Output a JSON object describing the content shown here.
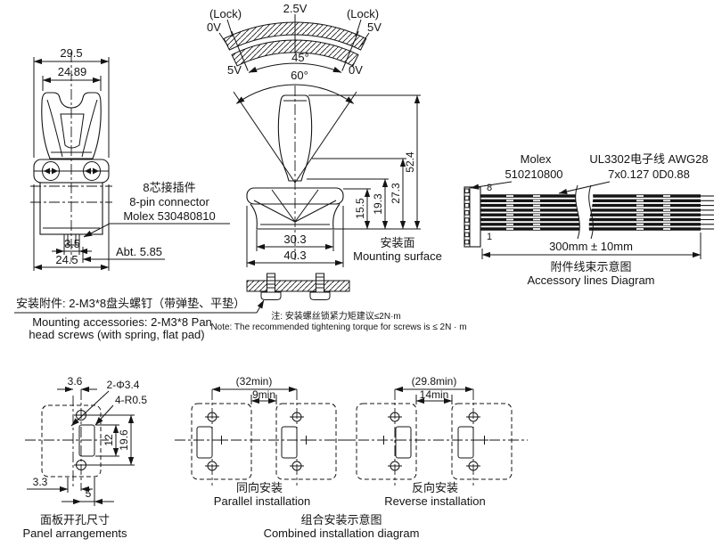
{
  "colors": {
    "line": "#141414",
    "background": "#ffffff"
  },
  "front_view": {
    "dim_width_outer": "29.5",
    "dim_width_inner": "24.89",
    "dim_pin": "3.5",
    "dim_offset": "Abt. 5.85",
    "dim_bottom": "24.5",
    "connector_cn": "8芯接插件",
    "connector_en": "8-pin connector",
    "connector_model": "Molex 530480810"
  },
  "angle_diagram": {
    "lock_left": "(Lock)",
    "lock_right": "(Lock)",
    "v_top": "2.5V",
    "v_left_top": "0V",
    "v_right_top": "5V",
    "v_left_bottom": "5V",
    "v_right_bottom": "0V",
    "angle_inner": "45°",
    "angle_outer": "60°"
  },
  "side_view": {
    "dim_total_height": "52.4",
    "dim_h1": "27.3",
    "dim_h2": "19.3",
    "dim_h3": "15.5",
    "dim_w_inner": "30.3",
    "dim_w_outer": "40.3",
    "surface_cn": "安装面",
    "surface_en": "Mounting surface"
  },
  "accessories": {
    "line_cn": "安装附件: 2-M3*8盘头螺钉（带弹垫、平垫）",
    "line_en1": "Mounting accessories: 2-M3*8 Pan",
    "line_en2": "head screws (with spring, flat pad)"
  },
  "note": {
    "cn": "注: 安装螺丝锁紧力矩建议≤2N·m",
    "en": "Note: The recommended tightening torque for screws is ≤ 2N · m"
  },
  "cable": {
    "brand": "Molex",
    "part": "510210800",
    "wire_type": "UL3302电子线 AWG28",
    "wire_spec": "7x0.127 0D0.88",
    "pin_top": "8",
    "pin_bottom": "1",
    "length": "300mm ± 10mm",
    "title_cn": "附件线束示意图",
    "title_en": "Accessory lines Diagram"
  },
  "panel": {
    "dim_3_6": "3.6",
    "holes": "2-Φ3.4",
    "corner_radius": "4-R0.5",
    "dim_12": "12",
    "dim_19_6": "19.6",
    "dim_3_3": "3.3",
    "dim_5": "5",
    "title_cn": "面板开孔尺寸",
    "title_en": "Panel arrangements"
  },
  "parallel_install": {
    "dim_outer": "(32min)",
    "dim_gap": "9min",
    "title_cn": "同向安装",
    "title_en": "Parallel installation"
  },
  "reverse_install": {
    "dim_outer": "(29.8min)",
    "dim_gap": "14min",
    "title_cn": "反向安装",
    "title_en": "Reverse installation"
  },
  "combined": {
    "title_cn": "组合安装示意图",
    "title_en": "Combined installation diagram"
  }
}
